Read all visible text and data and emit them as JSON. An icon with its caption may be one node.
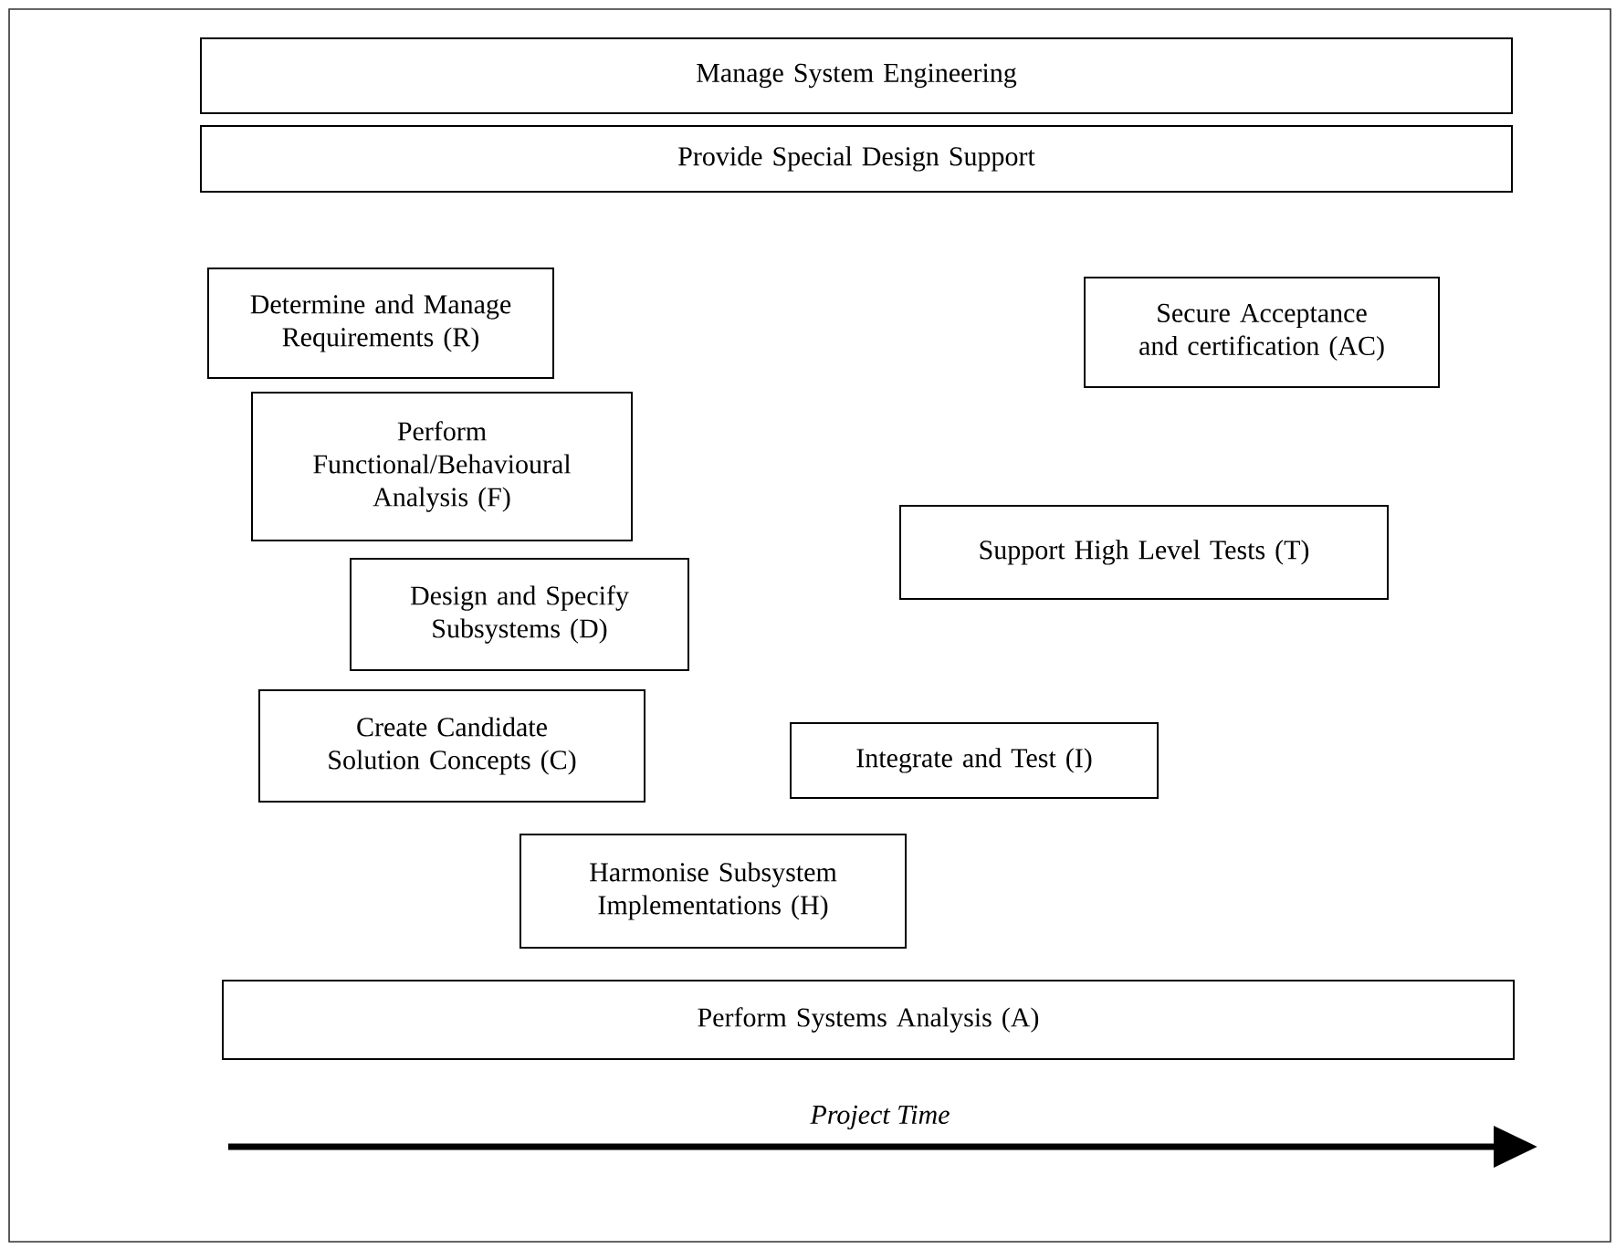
{
  "diagram": {
    "nodes": [
      {
        "text": [
          "Manage System Engineering"
        ]
      },
      {
        "text": [
          "Provide Special Design Support"
        ]
      },
      {
        "text": [
          "Determine and Manage Requirements (R)"
        ]
      },
      {
        "text": [
          "Secure Acceptance and certification (AC)"
        ]
      },
      {
        "text": [
          "Perform Functional/Behavioural Analysis (F)"
        ]
      },
      {
        "text": [
          "Support High Level Tests (T)"
        ]
      },
      {
        "text": [
          "Design and Specify Subsystems (D)"
        ]
      },
      {
        "text": [
          "Create Candidate Solution Concepts (C)"
        ]
      },
      {
        "text": [
          "Integrate and Test (I)"
        ]
      },
      {
        "text": [
          "Harmonise Subsystem Implementations (H)"
        ]
      },
      {
        "text": [
          "Perform Systems Analysis (A)"
        ]
      }
    ],
    "labels": [
      "Project Time"
    ]
  }
}
